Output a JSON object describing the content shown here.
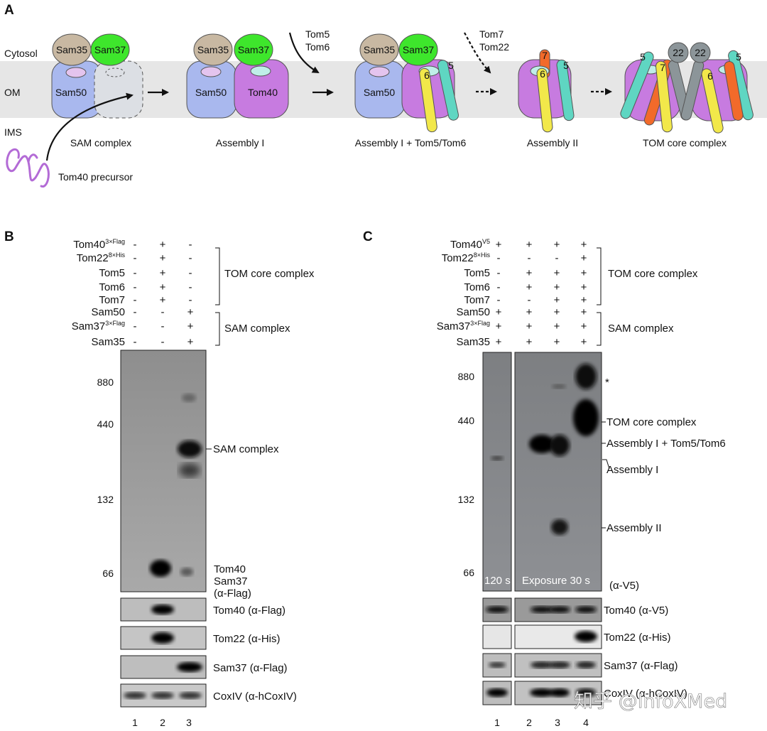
{
  "panels": {
    "a": "A",
    "b": "B",
    "c": "C"
  },
  "panel_a": {
    "regions": {
      "cytosol": "Cytosol",
      "om": "OM",
      "ims": "IMS"
    },
    "proteins": {
      "sam35": "Sam35",
      "sam37": "Sam37",
      "sam50": "Sam50",
      "tom40": "Tom40",
      "tom5": "5",
      "tom6": "6",
      "tom7": "7",
      "tom22": "22"
    },
    "stage_labels": {
      "sam_complex": "SAM complex",
      "assembly1": "Assembly I",
      "assembly1_tom56": "Assembly I + Tom5/Tom6",
      "assembly2": "Assembly II",
      "tom_core": "TOM core complex"
    },
    "precursor": "Tom40 precursor",
    "arrows": {
      "tom5": "Tom5",
      "tom6": "Tom6",
      "tom7": "Tom7",
      "tom22": "Tom22"
    }
  },
  "panel_b": {
    "row_labels": [
      "Tom40",
      "Tom22",
      "Tom5",
      "Tom6",
      "Tom7",
      "Sam50",
      "Sam37",
      "Sam35"
    ],
    "row_sups": [
      "3×Flag",
      "8×His",
      "",
      "",
      "",
      "",
      "3×Flag",
      ""
    ],
    "grid": [
      [
        "-",
        "+",
        "-"
      ],
      [
        "-",
        "+",
        "-"
      ],
      [
        "-",
        "+",
        "-"
      ],
      [
        "-",
        "+",
        "-"
      ],
      [
        "-",
        "+",
        "-"
      ],
      [
        "-",
        "-",
        "+"
      ],
      [
        "-",
        "-",
        "+"
      ],
      [
        "-",
        "-",
        "+"
      ]
    ],
    "bracket_tom": "TOM core complex",
    "bracket_sam": "SAM complex",
    "markers": [
      "880",
      "440",
      "132",
      "66"
    ],
    "band_labels": {
      "sam": "SAM complex",
      "tom40": "Tom40",
      "sam37": "Sam37",
      "flag": "(α-Flag)"
    },
    "strips": [
      "Tom40 (α-Flag)",
      "Tom22 (α-His)",
      "Sam37 (α-Flag)",
      "CoxIV (α-hCoxIV)"
    ],
    "lanes": [
      "1",
      "2",
      "3"
    ]
  },
  "panel_c": {
    "row_labels": [
      "Tom40",
      "Tom22",
      "Tom5",
      "Tom6",
      "Tom7",
      "Sam50",
      "Sam37",
      "Sam35"
    ],
    "row_sups": [
      "V5",
      "8×His",
      "",
      "",
      "",
      "",
      "3×Flag",
      ""
    ],
    "grid": [
      [
        "+",
        "+",
        "+",
        "+"
      ],
      [
        "-",
        "-",
        "-",
        "+"
      ],
      [
        "-",
        "+",
        "+",
        "+"
      ],
      [
        "-",
        "+",
        "+",
        "+"
      ],
      [
        "-",
        "-",
        "+",
        "+"
      ],
      [
        "+",
        "+",
        "+",
        "+"
      ],
      [
        "+",
        "+",
        "+",
        "+"
      ],
      [
        "+",
        "+",
        "+",
        "+"
      ]
    ],
    "bracket_tom": "TOM core complex",
    "bracket_sam": "SAM complex",
    "markers": [
      "880",
      "440",
      "132",
      "66"
    ],
    "exposure_1": "120 s",
    "exposure_2": "Exposure 30 s",
    "antibody": "(α-V5)",
    "band_labels": {
      "star": "*",
      "tom_core": "TOM core complex",
      "asm1_tom56": "Assembly I + Tom5/Tom6",
      "asm1": "Assembly I",
      "asm2": "Assembly II"
    },
    "strips": [
      "Tom40 (α-V5)",
      "Tom22 (α-His)",
      "Sam37 (α-Flag)",
      "CoxIV (α-hCoxIV)"
    ],
    "lanes": [
      "1",
      "2",
      "3",
      "4"
    ]
  },
  "watermark": "知乎 @InfoXMed",
  "colors": {
    "sam35": "#c8b8a2",
    "sam37": "#3ee62c",
    "sam50": "#a9b8ee",
    "tom40": "#c77be0",
    "tom5": "#5fd6c2",
    "tom6": "#f2e84a",
    "tom7": "#f26a2a",
    "tom22": "#8c9599",
    "membrane": "#e6e6e6"
  }
}
